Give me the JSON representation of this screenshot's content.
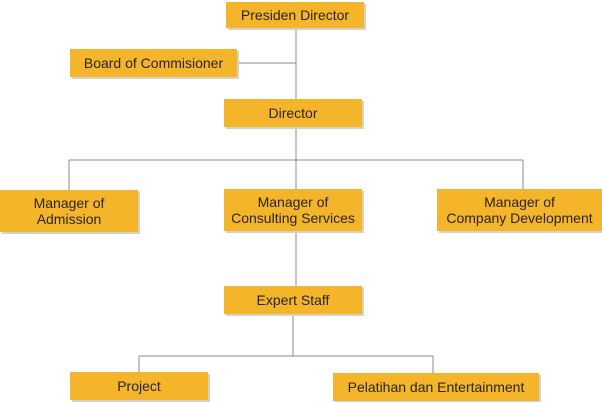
{
  "diagram": {
    "nodes": [
      {
        "id": "presiden",
        "label": "Presiden Director"
      },
      {
        "id": "board",
        "label": "Board of Commisioner"
      },
      {
        "id": "director",
        "label": "Director"
      },
      {
        "id": "admission",
        "label": "Manager of\nAdmission"
      },
      {
        "id": "consulting",
        "label": "Manager of\nConsulting Services"
      },
      {
        "id": "company",
        "label": "Manager of\nCompany Development"
      },
      {
        "id": "expert",
        "label": "Expert Staff"
      },
      {
        "id": "project",
        "label": "Project"
      },
      {
        "id": "pelatihan",
        "label": "Pelatihan dan Entertainment"
      }
    ],
    "edges": [
      {
        "from": "presiden",
        "to": "director"
      },
      {
        "from": "board",
        "to": "presiden"
      },
      {
        "from": "director",
        "to": "admission"
      },
      {
        "from": "director",
        "to": "consulting"
      },
      {
        "from": "director",
        "to": "company"
      },
      {
        "from": "consulting",
        "to": "expert"
      },
      {
        "from": "expert",
        "to": "project"
      },
      {
        "from": "expert",
        "to": "pelatihan"
      }
    ],
    "colors": {
      "box": "#f4b52a",
      "line": "#8a8a8a",
      "text": "#2a2520"
    }
  }
}
